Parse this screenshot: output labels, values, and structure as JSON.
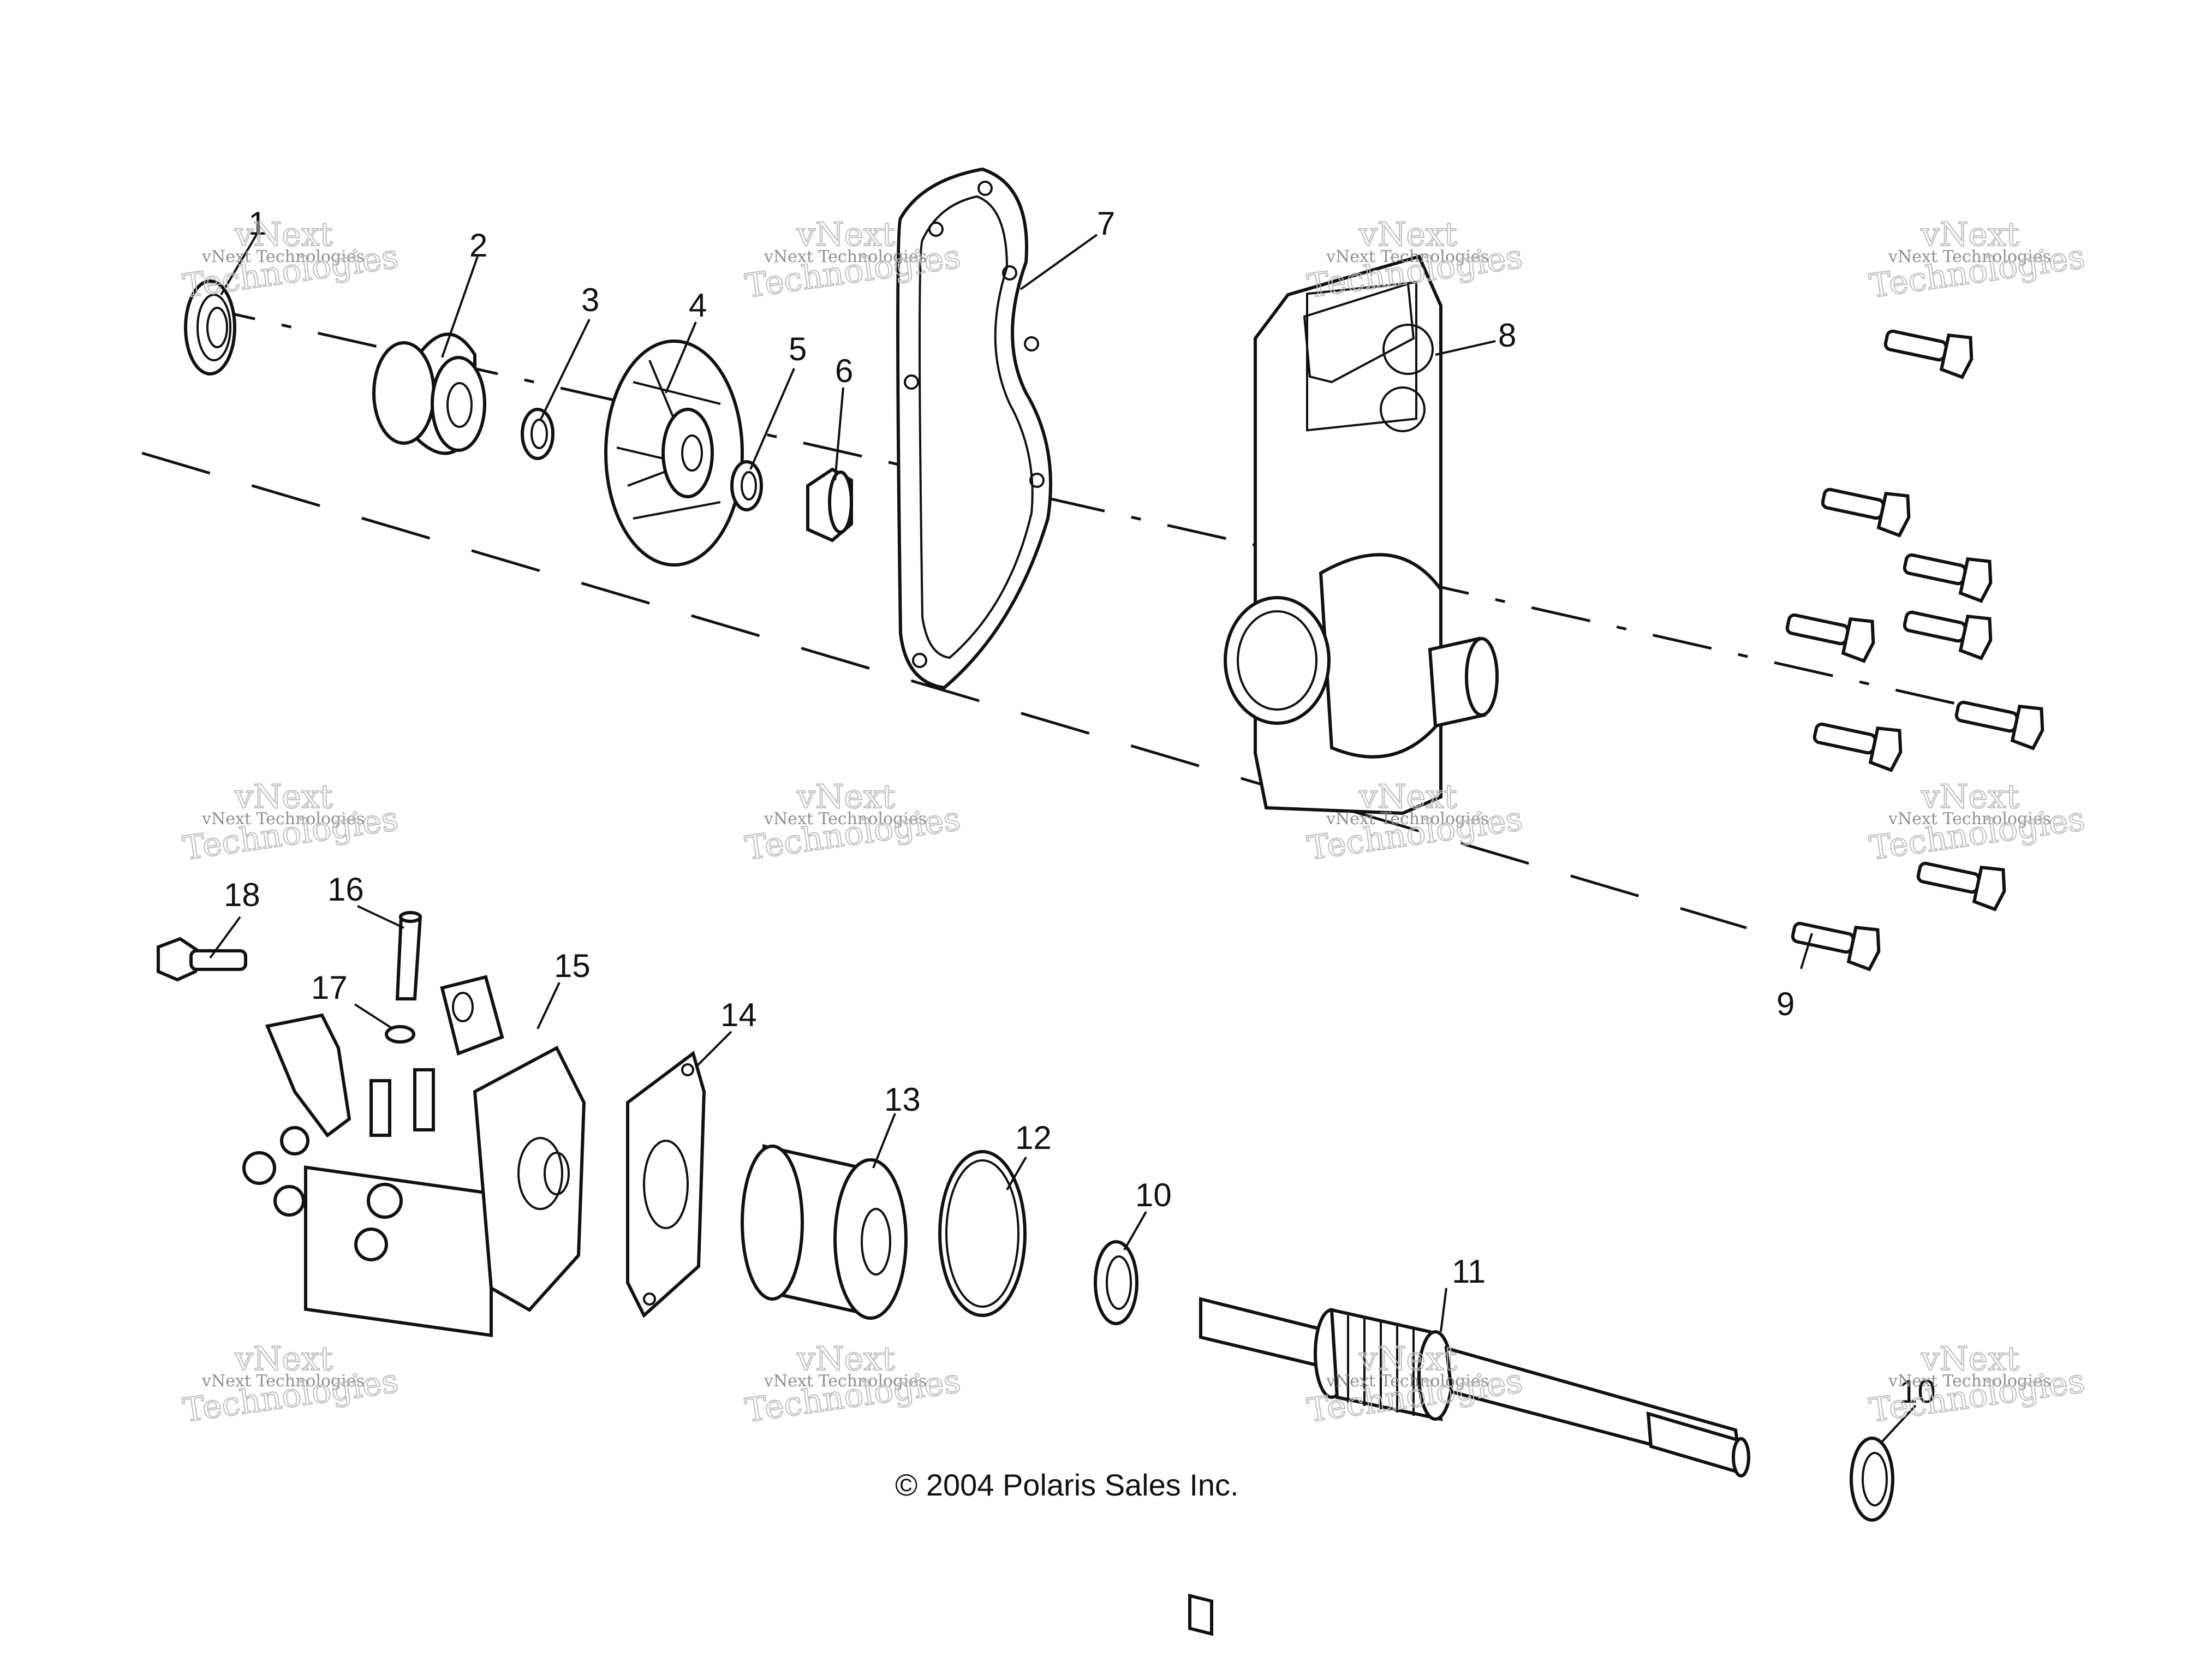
{
  "copyright": "© 2004 Polaris Sales Inc.",
  "watermark": {
    "line1": "vNext Technologies",
    "line2": "vNext",
    "line3": "Technologies"
  },
  "callouts": [
    "1",
    "2",
    "3",
    "4",
    "5",
    "6",
    "7",
    "8",
    "9",
    "10",
    "11",
    "12",
    "13",
    "14",
    "15",
    "16",
    "17",
    "18",
    "10"
  ],
  "colors": {
    "ink": "#111111",
    "background": "#ffffff",
    "watermark": "#8f8f8f"
  }
}
